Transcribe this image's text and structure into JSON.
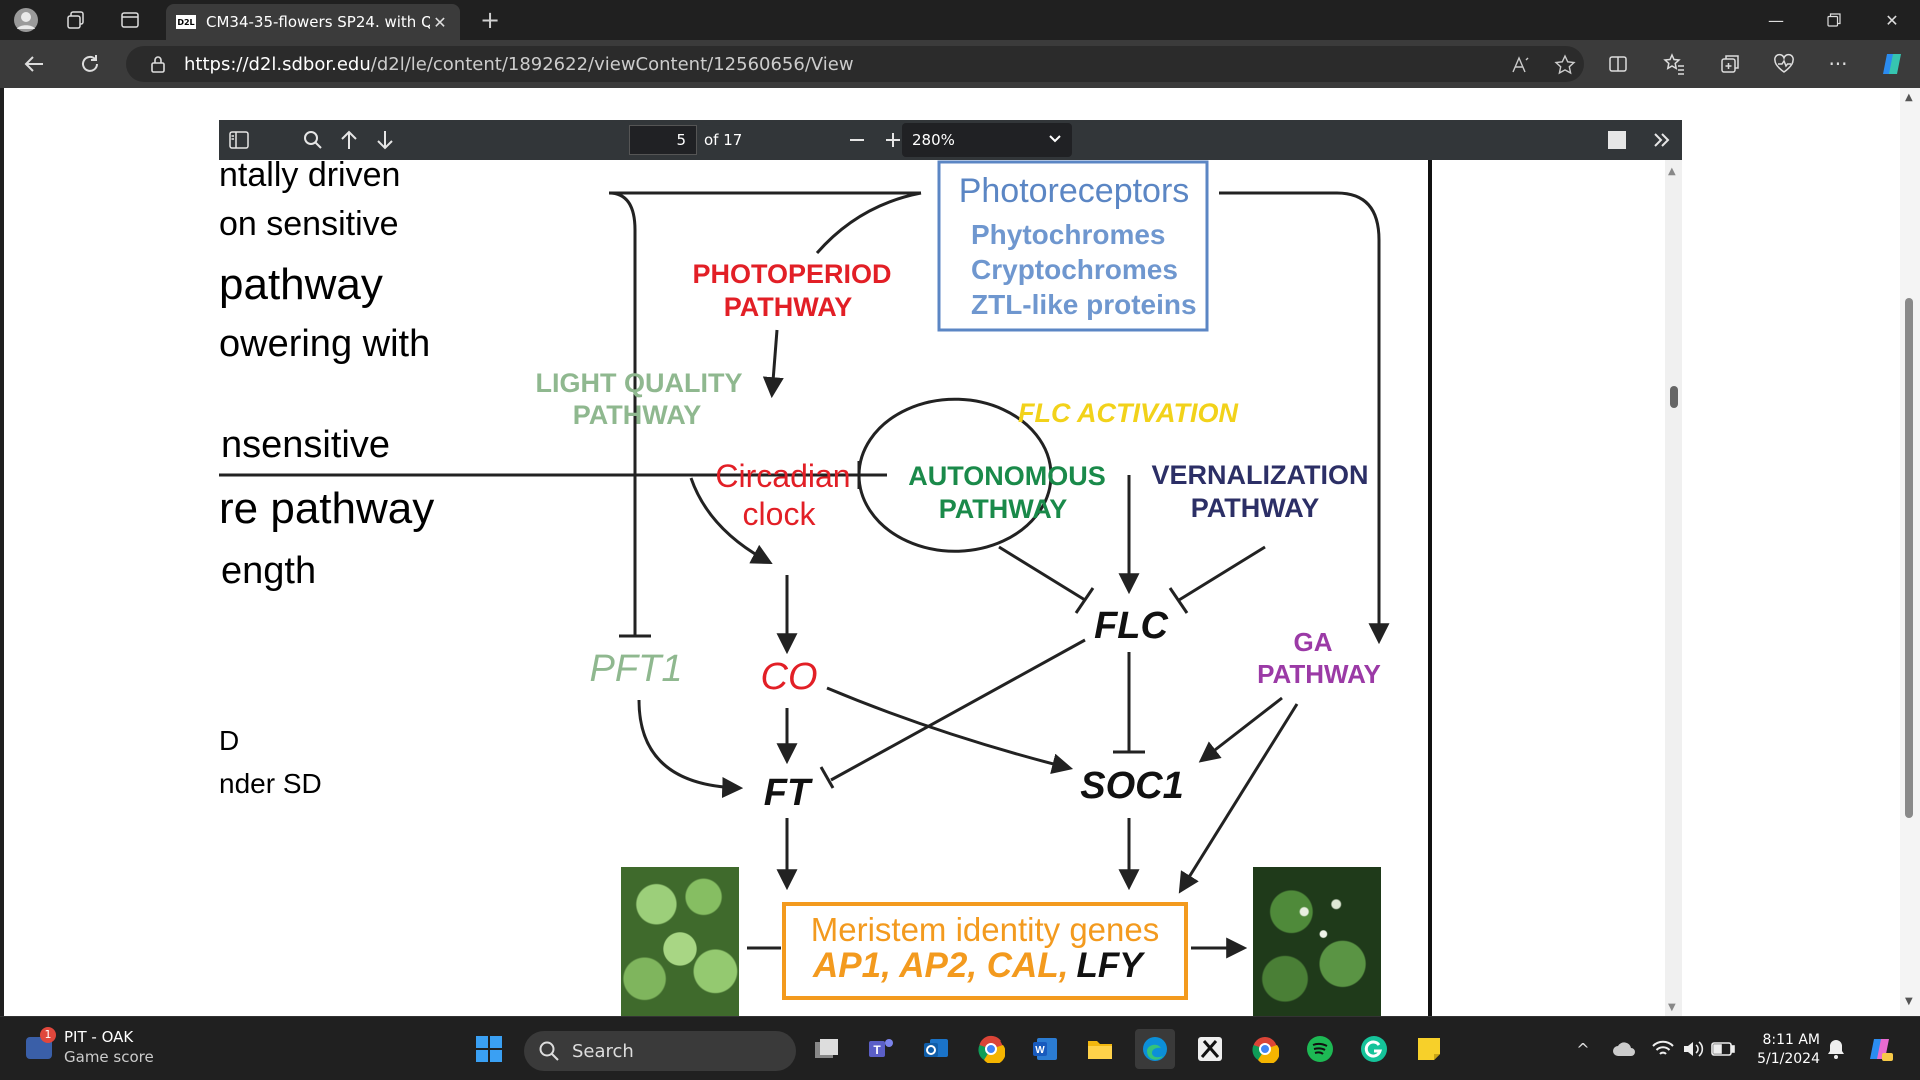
{
  "browser": {
    "tab_title": "CM34-35-flowers SP24. with Q â",
    "tab_favicon": "D2L",
    "url_host": "https://d2l.sdbor.edu",
    "url_path": "/d2l/le/content/1892622/viewContent/12560656/View"
  },
  "pdf_toolbar": {
    "page_current": "5",
    "page_total": "of 17",
    "zoom": "280%"
  },
  "left_page_lines": [
    "ntally driven",
    "on sensitive",
    "pathway",
    "owering with",
    "nsensitive",
    "re pathway",
    "ength",
    "D",
    "nder SD"
  ],
  "diagram": {
    "photoreceptors_title": "Photoreceptors",
    "photoreceptors_items": [
      "Phytochromes",
      "Cryptochromes",
      "ZTL-like proteins"
    ],
    "photoperiod": [
      "PHOTOPERIOD",
      "PATHWAY"
    ],
    "light_quality": [
      "LIGHT QUALITY",
      "PATHWAY"
    ],
    "circadian": [
      "Circadian",
      "clock"
    ],
    "flc_activation": "FLC ACTIVATION",
    "autonomous": [
      "AUTONOMOUS",
      "PATHWAY"
    ],
    "vernalization": [
      "VERNALIZATION",
      "PATHWAY"
    ],
    "flc": "FLC",
    "ga": [
      "GA",
      "PATHWAY"
    ],
    "pft1": "PFT1",
    "co": "CO",
    "ft": "FT",
    "soc1": "SOC1",
    "meristem_title": "Meristem identity genes",
    "meristem_genes_orange": "AP1, AP2, CAL,",
    "meristem_genes_black": "LFY"
  },
  "taskbar": {
    "weather_title": "PIT - OAK",
    "weather_sub": "Game score",
    "weather_badge": "1",
    "search_label": "Search",
    "time": "8:11 AM",
    "date": "5/1/2024"
  },
  "colors": {
    "photoreceptor_blue": "#5b86c4",
    "photoperiod_red": "#e21f26",
    "light_quality_green": "#8fb88f",
    "flc_activation_yellow": "#f2d21a",
    "autonomous_green": "#1a8a4a",
    "vernalization_navy": "#2c2f66",
    "ga_purple": "#9b3aa6",
    "meristem_orange": "#f39a1e"
  }
}
